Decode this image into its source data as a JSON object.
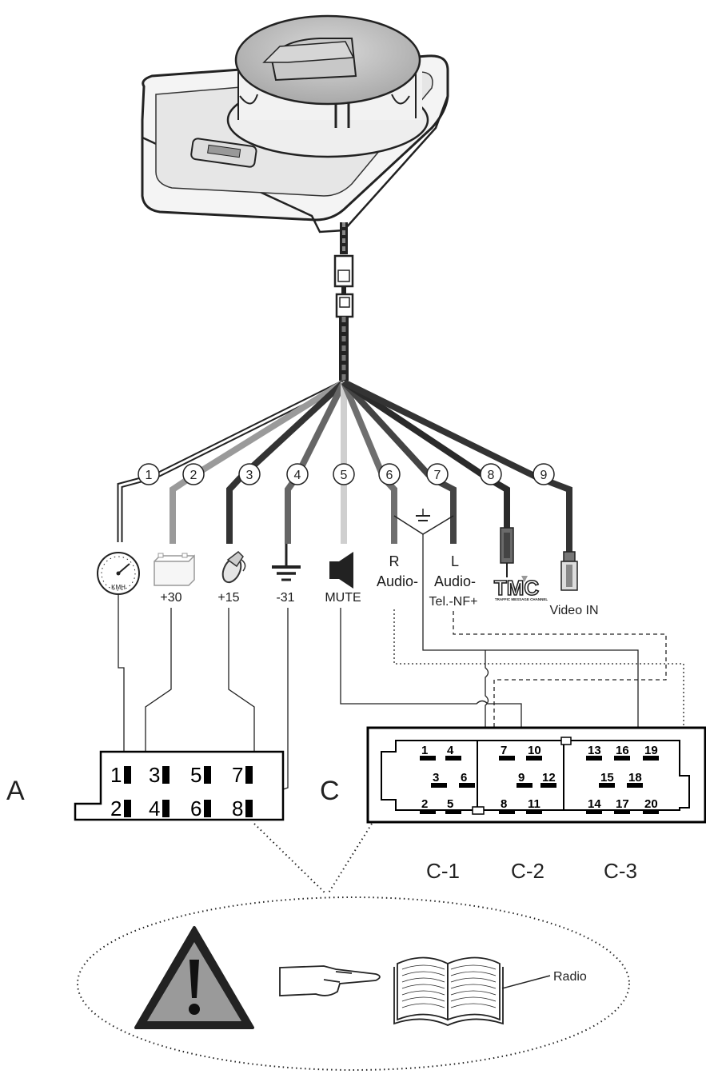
{
  "wires": [
    {
      "number": "1",
      "color": "#ffffff",
      "label": ""
    },
    {
      "number": "2",
      "color": "#9a9a9a",
      "label": "+30"
    },
    {
      "number": "3",
      "color": "#333333",
      "label": "+15"
    },
    {
      "number": "4",
      "color": "#666666",
      "label": "-31"
    },
    {
      "number": "5",
      "color": "#cfcfcf",
      "label": "MUTE"
    },
    {
      "number": "6",
      "color": "#6f6f6f",
      "label": "R"
    },
    {
      "number": "7",
      "color": "#444444",
      "label": "L"
    },
    {
      "number": "8",
      "color": "#2a2a2a",
      "label": ""
    },
    {
      "number": "9",
      "color": "#333333",
      "label": "Video IN"
    }
  ],
  "icons": {
    "speedometer_text": "KMH",
    "audio_left": "Audio-",
    "audio_right": "Audio-",
    "tel_nf": "Tel.-NF+",
    "tmc_logo": "TMC",
    "tmc_caption": "TRAFFIC MESSAGE CHANNEL"
  },
  "connector_a": {
    "title": "A",
    "top_pins": [
      "1",
      "3",
      "5",
      "7"
    ],
    "bottom_pins": [
      "2",
      "4",
      "6",
      "8"
    ]
  },
  "connector_c": {
    "title": "C",
    "sections": [
      "C-1",
      "C-2",
      "C-3"
    ],
    "c1_pins": [
      "1",
      "4",
      "3",
      "6",
      "2",
      "5"
    ],
    "c2_pins": [
      "7",
      "10",
      "9",
      "12",
      "8",
      "11"
    ],
    "c3_pins": [
      "13",
      "16",
      "19",
      "15",
      "18",
      "14",
      "17",
      "20"
    ]
  },
  "callout": {
    "radio_label": "Radio"
  }
}
